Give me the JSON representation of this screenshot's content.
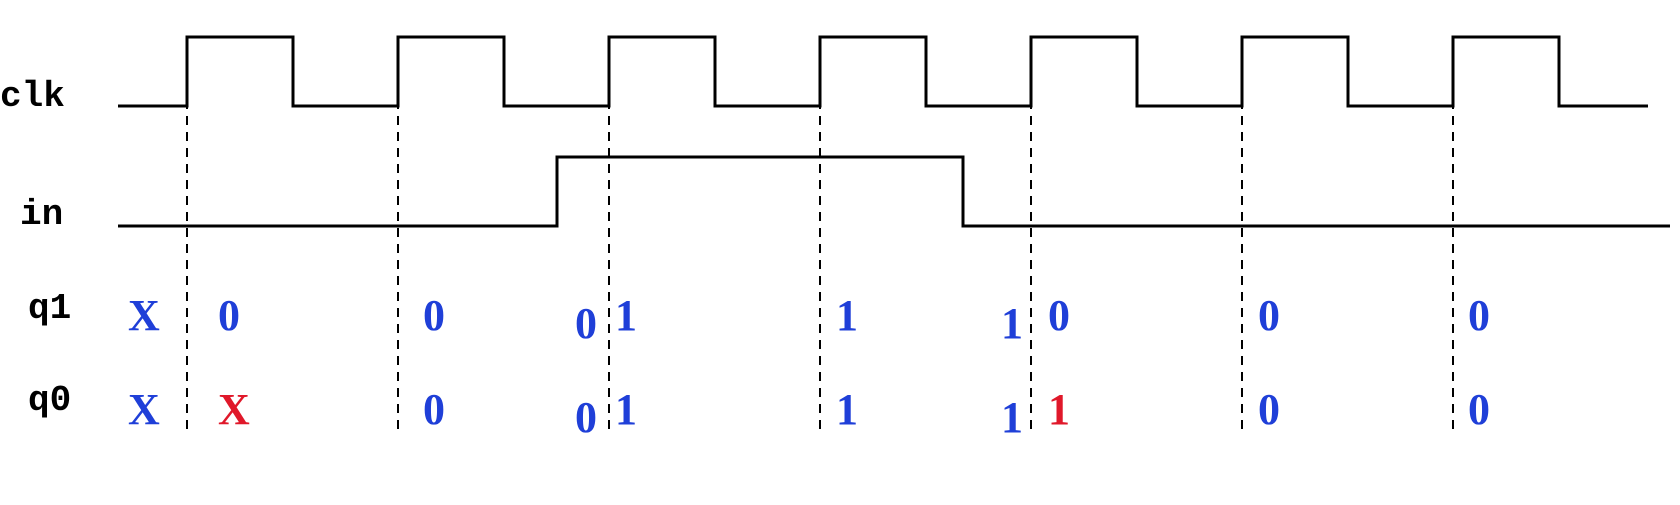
{
  "colors": {
    "wave": "#000000",
    "label": "#000000",
    "value_normal": "#1f3fd8",
    "value_changed": "#e0182a"
  },
  "signals": {
    "clk": {
      "label": "clk"
    },
    "in": {
      "label": "in"
    },
    "q1": {
      "label": "q1"
    },
    "q0": {
      "label": "q0"
    }
  },
  "diagram": {
    "clock_rising_edges": 7,
    "in_waveform": [
      "low",
      "high (between clock edges 2 and 3, through edge 4)",
      "low (from just before edge 5)"
    ],
    "annotations": {
      "q1": [
        {
          "text": "X",
          "color": "value_normal"
        },
        {
          "text": "0",
          "color": "value_normal"
        },
        {
          "text": "0",
          "color": "value_normal"
        },
        {
          "text": "0",
          "color": "value_normal"
        },
        {
          "text": "1",
          "color": "value_normal"
        },
        {
          "text": "1",
          "color": "value_normal"
        },
        {
          "text": "1",
          "color": "value_normal"
        },
        {
          "text": "0",
          "color": "value_normal"
        },
        {
          "text": "0",
          "color": "value_normal"
        },
        {
          "text": "0",
          "color": "value_normal"
        }
      ],
      "q0": [
        {
          "text": "X",
          "color": "value_normal"
        },
        {
          "text": "X",
          "color": "value_changed"
        },
        {
          "text": "0",
          "color": "value_normal"
        },
        {
          "text": "0",
          "color": "value_normal"
        },
        {
          "text": "1",
          "color": "value_normal"
        },
        {
          "text": "1",
          "color": "value_normal"
        },
        {
          "text": "1",
          "color": "value_normal"
        },
        {
          "text": "1",
          "color": "value_changed"
        },
        {
          "text": "0",
          "color": "value_normal"
        },
        {
          "text": "0",
          "color": "value_normal"
        }
      ]
    }
  }
}
